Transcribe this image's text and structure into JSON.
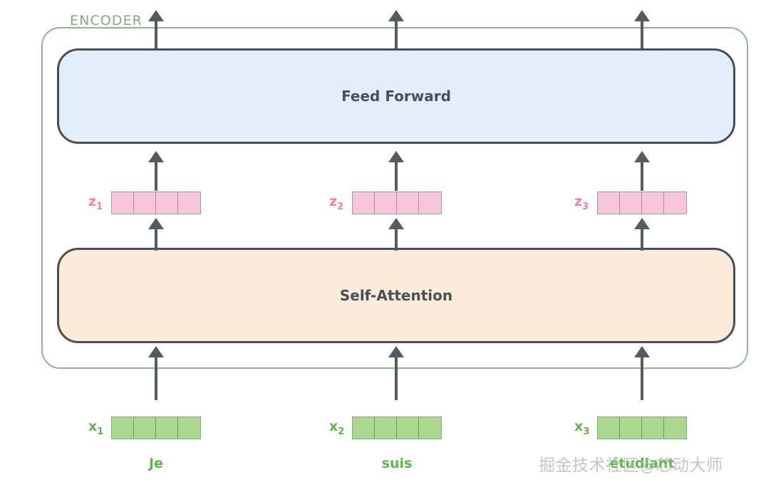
{
  "diagram": {
    "encoder_label": "ENCODER",
    "blocks": {
      "feed_forward": "Feed Forward",
      "self_attention": "Self-Attention"
    },
    "z_vectors": [
      {
        "label": "z",
        "sub": "1",
        "cells": 4
      },
      {
        "label": "z",
        "sub": "2",
        "cells": 4
      },
      {
        "label": "z",
        "sub": "3",
        "cells": 4
      }
    ],
    "x_vectors": [
      {
        "label": "x",
        "sub": "1",
        "cells": 4
      },
      {
        "label": "x",
        "sub": "2",
        "cells": 4
      },
      {
        "label": "x",
        "sub": "3",
        "cells": 4
      }
    ],
    "words": [
      "Je",
      "suis",
      "étudiant"
    ],
    "colors": {
      "encoder_border": "#8cb98a",
      "encoder_label": "#7fae7d",
      "block_border": "#4a4f57",
      "feed_forward_bg": "#e3eefb",
      "self_attention_bg": "#fbecd9",
      "z_cell": "#f7c6dd",
      "z_label": "#ef7fae",
      "x_cell": "#aad88f",
      "x_label": "#5fb54a",
      "arrow": "#565b63",
      "watermark": "#b9b9b9"
    }
  },
  "watermark": {
    "text": "掘金技术社区@芯动大师"
  }
}
